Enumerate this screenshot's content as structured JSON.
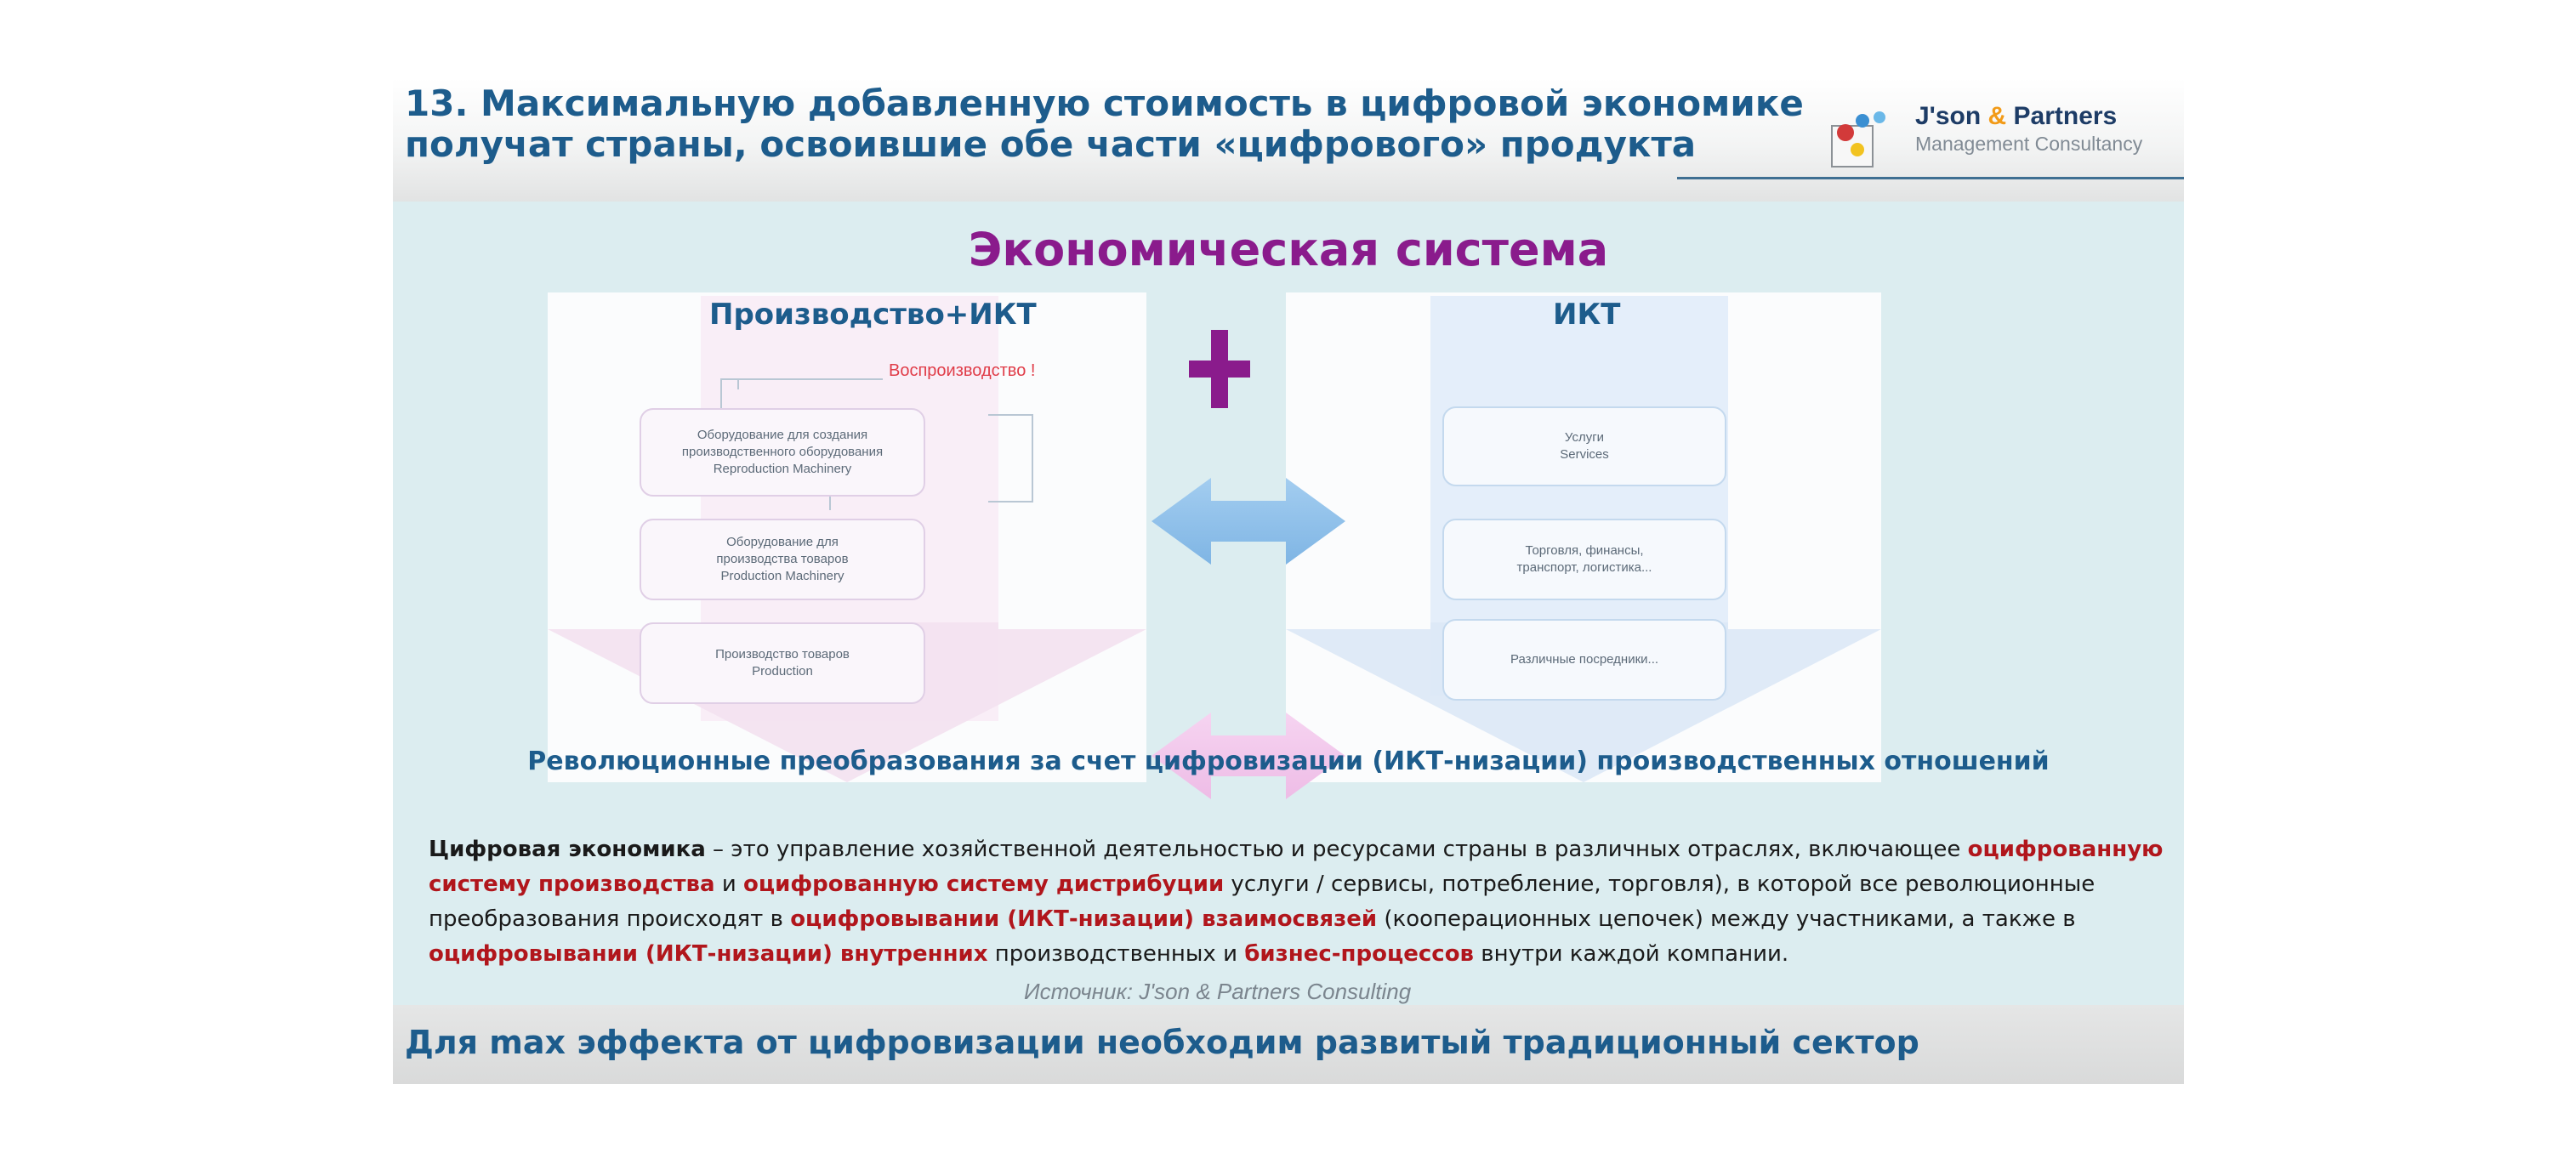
{
  "header": {
    "title_line1": "13. Максимальную добавленную стоимость в цифровой экономике",
    "title_line2": "получат страны, освоившие обе части «цифрового» продукта"
  },
  "logo": {
    "name_part1": "J'son ",
    "name_amp": "&",
    "name_part2": " Partners",
    "subtitle": "Management Consultancy"
  },
  "system_title": "Экономическая система",
  "left_panel": {
    "label": "Производство+ИКТ",
    "reproduction_note": "Воспроизводство !",
    "boxes": [
      {
        "line1": "Оборудование для создания",
        "line2": "производственного оборудования",
        "line3": "Reproduction Machinery"
      },
      {
        "line1": "Оборудование для",
        "line2": "производства товаров",
        "line3": "Production Machinery"
      },
      {
        "line1": "Производство товаров",
        "line2": "Production"
      }
    ]
  },
  "right_panel": {
    "label": "ИКТ",
    "boxes": [
      {
        "line1": "Услуги",
        "line2": "Services"
      },
      {
        "line1": "Торговля, финансы,",
        "line2": "транспорт, логистика..."
      },
      {
        "line1": "Различные посредники..."
      }
    ]
  },
  "revolution_text": "Революционные преобразования за счет цифровизации (ИКТ-низации) производственных отношений",
  "definition": {
    "term": "Цифровая экономика",
    "p1": " – это управление хозяйственной деятельностью и ресурсами страны в различных отраслях, включающее ",
    "h1": "оцифрованную систему производства",
    "p2": " и ",
    "h2": "оцифрованную систему дистрибуции",
    "p3": " услуги / сервисы, потребление, торговля), в которой все революционные преобразования происходят в ",
    "h3": "оцифровывании (ИКТ-низации) взаимосвязей",
    "p4": " (кооперационных цепочек) между участниками, а также в ",
    "h4": "оцифровывании (ИКТ-низации) внутренних",
    "p5": " производственных и ",
    "h5": "бизнес-процессов",
    "p6": " внутри каждой компании."
  },
  "source": "Источник: J'son & Partners Consulting",
  "footer_text": "Для max эффекта от цифровизации необходим развитый традиционный сектор",
  "colors": {
    "title": "#1d5c8c",
    "system_title": "#8a1b8c",
    "highlight": "#b1161c",
    "reproduction": "#e03c48",
    "slide_bg": "#dcedf0"
  },
  "icons": [
    "plus-icon",
    "logo-bubbles-icon",
    "double-arrow-icon"
  ]
}
